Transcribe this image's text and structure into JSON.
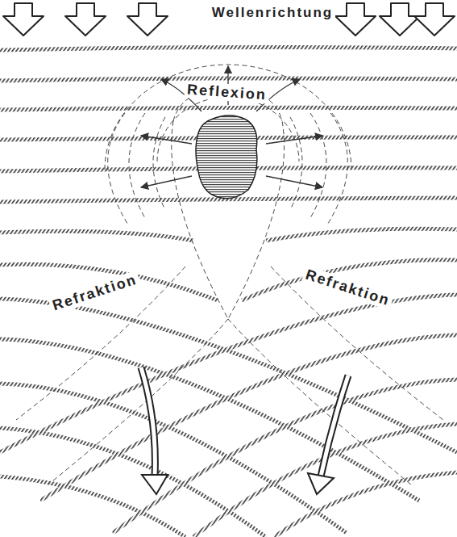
{
  "diagram": {
    "labels": [
      "Wellenrichtung",
      "Reflexion",
      "Refraktion",
      "Refraktion"
    ]
  }
}
